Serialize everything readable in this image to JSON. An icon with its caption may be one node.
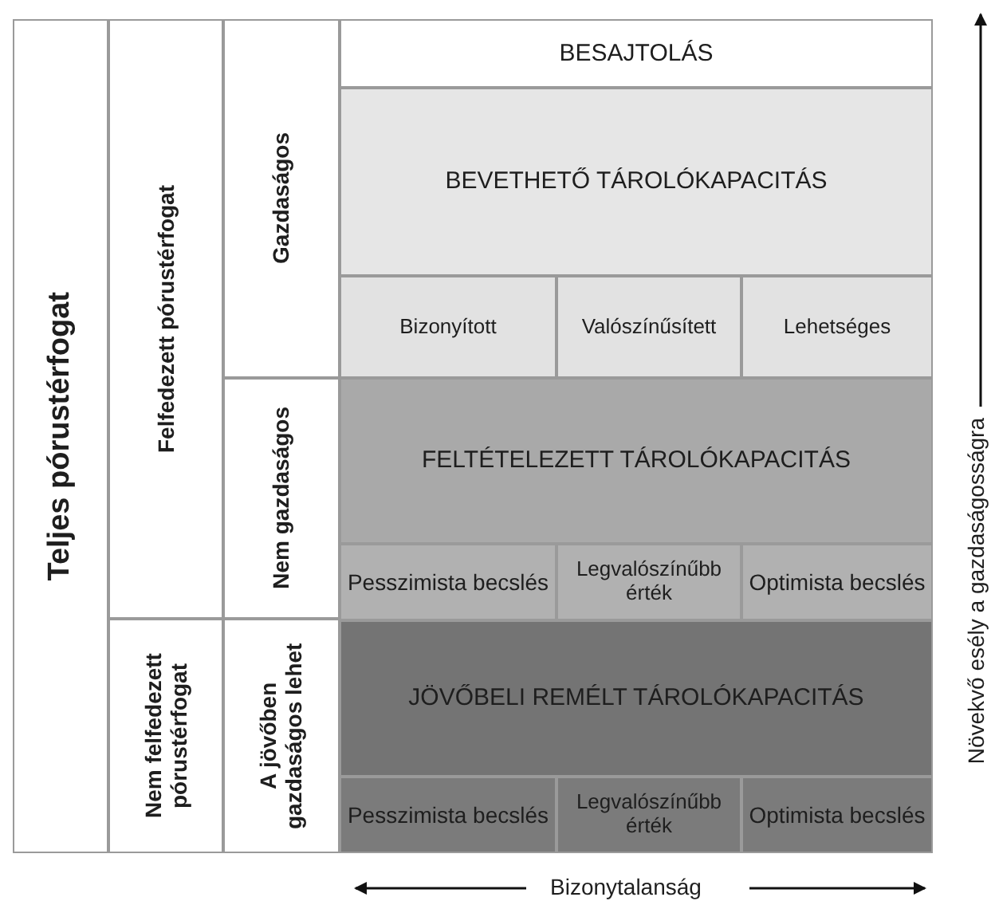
{
  "diagram": {
    "nodes": [
      {
        "text": [
          "Teljes pórustérfogat"
        ]
      },
      {
        "text": [
          "Felfedezett pórustérfogat"
        ]
      },
      {
        "text": [
          "Gazdaságos"
        ]
      },
      {
        "text": [
          "BESAJTOLÁS"
        ]
      },
      {
        "text": [
          "BEVETHETŐ TÁROLÓKAPACITÁS"
        ]
      },
      {
        "text": [
          "Bizonyított"
        ]
      },
      {
        "text": [
          "Valószínűsített"
        ]
      },
      {
        "text": [
          "Lehetséges"
        ]
      },
      {
        "text": [
          "Nem gazdaságos"
        ]
      },
      {
        "text": [
          "FELTÉTELEZETT TÁROLÓKAPACITÁS"
        ]
      },
      {
        "text": [
          "Pesszimista becslés"
        ]
      },
      {
        "text": [
          "Legvalószínűbb érték"
        ]
      },
      {
        "text": [
          "Optimista becslés"
        ]
      },
      {
        "text": [
          "Nem felfedezett pórustérfogat"
        ]
      },
      {
        "text": [
          "A jövőben gazdaságos lehet"
        ]
      },
      {
        "text": [
          "JÖVŐBELI REMÉLT TÁROLÓKAPACITÁS"
        ]
      },
      {
        "text": [
          "Pesszimista becslés"
        ]
      },
      {
        "text": [
          "Legvalószínűbb érték"
        ]
      },
      {
        "text": [
          "Optimista becslés"
        ]
      }
    ],
    "labels": [
      "Növekvő esély a gazdaságosságra",
      "Bizonytalanság"
    ]
  }
}
